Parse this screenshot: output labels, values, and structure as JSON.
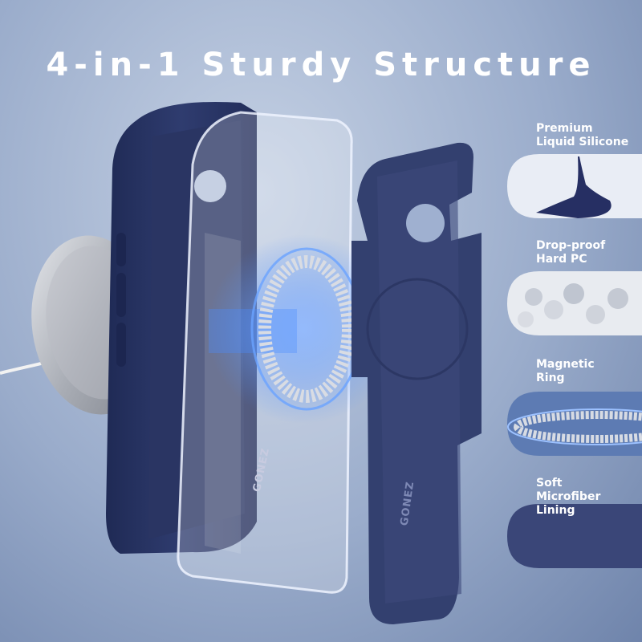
{
  "header": {
    "title": "4-in-1 Sturdy Structure"
  },
  "brand": {
    "logo_text": "GONEZ"
  },
  "features": [
    {
      "line1": "Premium",
      "line2": "Liquid Silicone",
      "icon": "silicone-drip-icon"
    },
    {
      "line1": "Drop-proof",
      "line2": "Hard PC",
      "icon": "pc-pellets-icon"
    },
    {
      "line1": "Magnetic",
      "line2": "Ring",
      "icon": "magnetic-ring-icon"
    },
    {
      "line1": "Soft",
      "line2": "Microfiber Lining",
      "icon": "microfiber-icon"
    }
  ],
  "colors": {
    "navy": "#2e3a6b",
    "lining": "#3a4778",
    "accent": "#4a8cff"
  }
}
